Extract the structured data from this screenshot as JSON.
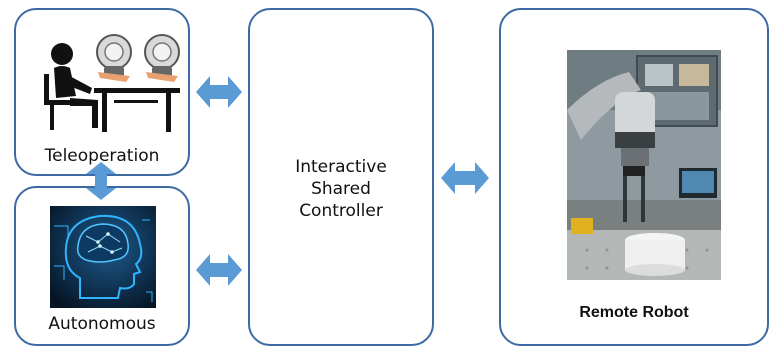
{
  "diagram": {
    "teleoperation": {
      "label": "Teleoperation"
    },
    "autonomous": {
      "label": "Autonomous"
    },
    "controller": {
      "label_lines": [
        "Interactive",
        "Shared",
        "Controller"
      ]
    },
    "robot": {
      "label": "Remote Robot"
    }
  },
  "colors": {
    "box_border": "#3d6aa3",
    "arrow": "#5b9bd5",
    "brain_bg": "#0a2440",
    "brain_glow": "#2fb4ff"
  },
  "icons": [
    "operator-icon",
    "haptic-device-icon",
    "ai-brain-icon",
    "robot-arm-photo"
  ]
}
